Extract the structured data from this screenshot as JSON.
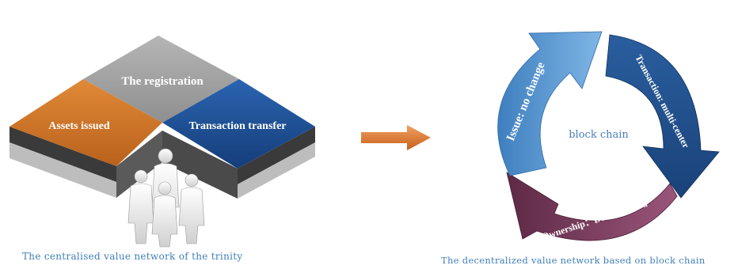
{
  "left_panel": {
    "tiles": {
      "top": "The registration",
      "left": "Assets issued",
      "right": "Transaction transfer"
    },
    "caption": "The centralised value network of the trinity",
    "colors": {
      "top": "#a3a3a3",
      "left": "#d67a2a",
      "right": "#1d4f96"
    }
  },
  "right_panel": {
    "center_label": "block chain",
    "arrows": {
      "issue": "Issue: no change",
      "transaction": "Transaction: multi-center",
      "ownership": "Ownership：Decentralized"
    },
    "caption": "The decentralized value network based on block chain",
    "colors": {
      "issue": "#5b9bd5",
      "transaction": "#1f4e8c",
      "ownership": "#7a3a5c"
    }
  },
  "connector": {
    "icon": "right-arrow-icon",
    "color": "#e07b2a"
  }
}
